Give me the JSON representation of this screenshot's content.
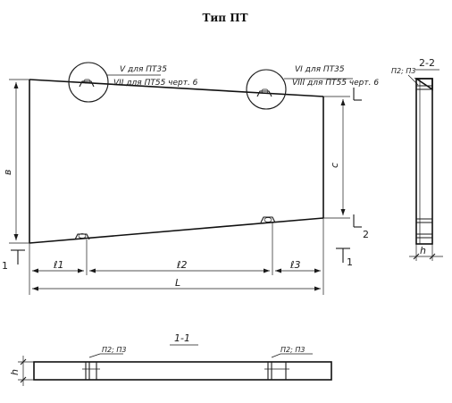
{
  "title": "Тип ПТ",
  "callouts": {
    "left_top": "V  для  ПТ35",
    "left_bottom": "VII для ПТ55  черт. 6",
    "right_top": "VI для ПТ35",
    "right_bottom": "VIII для ПТ55 черт. 6"
  },
  "dims": {
    "b": "в",
    "c": "с",
    "l1": "ℓ1",
    "l2": "ℓ2",
    "l3": "ℓ3",
    "L": "L",
    "h": "h"
  },
  "section_marks": {
    "one": "1",
    "two": "2"
  },
  "section_view": {
    "title": "2-2",
    "label": "П2; П3"
  },
  "plan_view": {
    "title": "1-1",
    "label_left": "П2; П3",
    "label_right": "П2; П3"
  }
}
